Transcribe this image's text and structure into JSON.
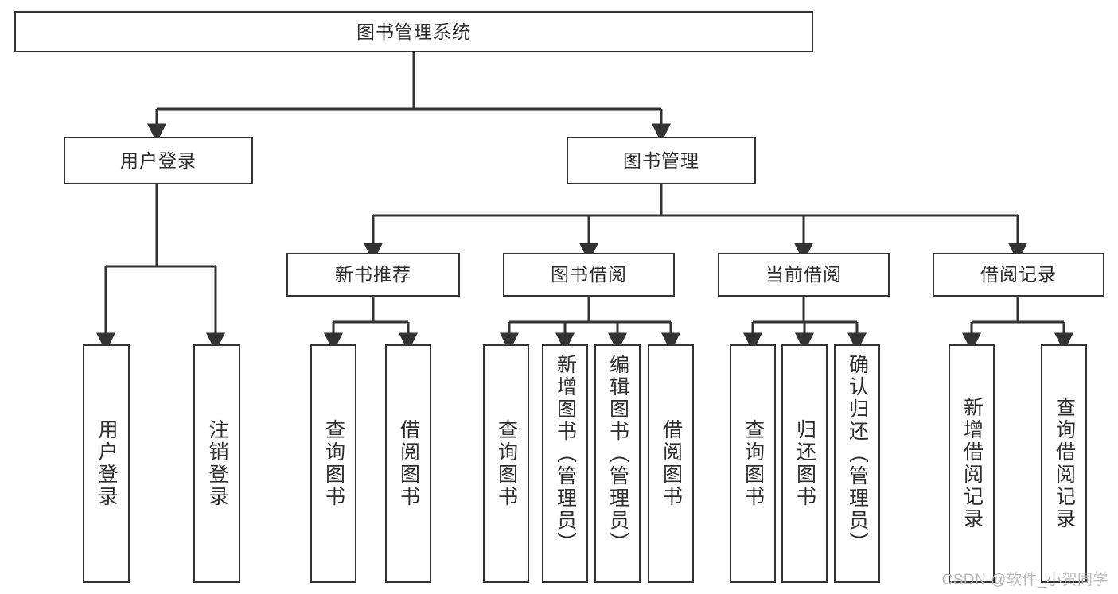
{
  "diagram": {
    "title": "图书管理系统",
    "type": "tree-hierarchy",
    "colors": {
      "box_border": "#333333",
      "box_fill": "#ffffff",
      "text": "#2d2d2d",
      "connector": "#333333",
      "watermark": "#b9b9b9",
      "background": "#ffffff"
    }
  },
  "root": {
    "label": "图书管理系统"
  },
  "level1": [
    {
      "id": "user-login",
      "label": "用户登录"
    },
    {
      "id": "book-management",
      "label": "图书管理"
    }
  ],
  "level2": [
    {
      "id": "new-book-recommend",
      "label": "新书推荐",
      "parent": "book-management"
    },
    {
      "id": "book-borrow",
      "label": "图书借阅",
      "parent": "book-management"
    },
    {
      "id": "current-borrow",
      "label": "当前借阅",
      "parent": "book-management"
    },
    {
      "id": "borrow-record",
      "label": "借阅记录",
      "parent": "book-management"
    }
  ],
  "leaves": {
    "user_login": [
      {
        "id": "leaf-user-login",
        "label": "用户登录"
      },
      {
        "id": "leaf-logout-login",
        "label": "注销登录"
      }
    ],
    "new_book_recommend": [
      {
        "id": "leaf-query-book-1",
        "label": "查询图书"
      },
      {
        "id": "leaf-borrow-book-1",
        "label": "借阅图书"
      }
    ],
    "book_borrow": [
      {
        "id": "leaf-query-book-2",
        "label": "查询图书"
      },
      {
        "id": "leaf-add-book",
        "label": "新增图书（管理员）"
      },
      {
        "id": "leaf-edit-book",
        "label": "编辑图书（管理员）"
      },
      {
        "id": "leaf-borrow-book-2",
        "label": "借阅图书"
      }
    ],
    "current_borrow": [
      {
        "id": "leaf-query-book-3",
        "label": "查询图书"
      },
      {
        "id": "leaf-return-book",
        "label": "归还图书"
      },
      {
        "id": "leaf-confirm-return",
        "label": "确认归还（管理员）"
      }
    ],
    "borrow_record": [
      {
        "id": "leaf-add-record",
        "label": "新增借阅记录"
      },
      {
        "id": "leaf-query-record",
        "label": "查询借阅记录"
      }
    ]
  },
  "watermark": {
    "text": "CSDN @软件_小贺同学"
  }
}
